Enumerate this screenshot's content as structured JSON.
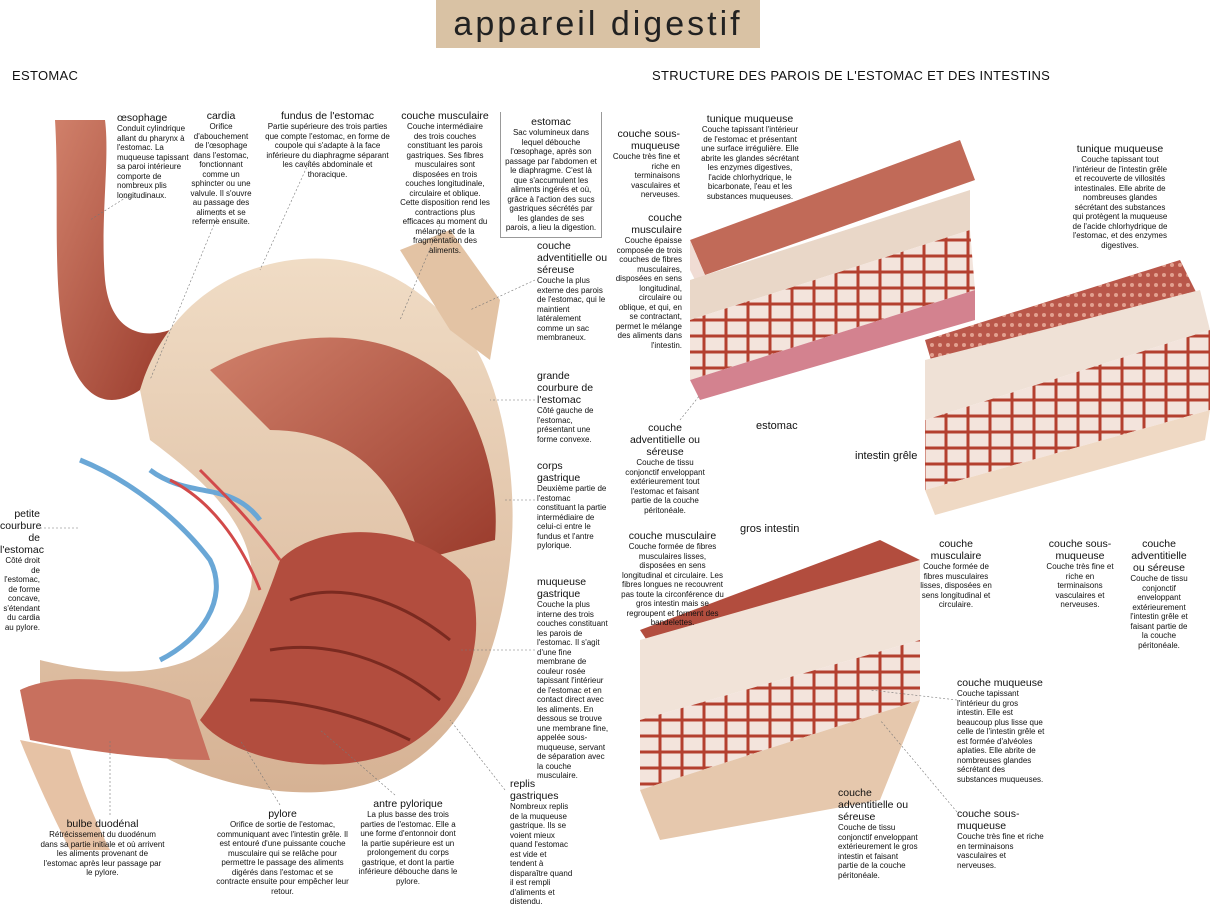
{
  "title": "appareil digestif",
  "sections": {
    "left": "ESTOMAC",
    "right": "STRUCTURE DES PAROIS DE L'ESTOMAC ET DES INTESTINS"
  },
  "colors": {
    "title_bg": "#d9c2a4",
    "muscle": "#b5523f",
    "mucosa": "#c86a5a",
    "serosa": "#e8cdb0",
    "vein": "#6aa7d6",
    "artery": "#d24a4a"
  },
  "labels": {
    "oesophage": {
      "title": "œsophage",
      "text": "Conduit cylindrique allant du pharynx à l'estomac. La muqueuse tapissant sa paroi intérieure comporte de nombreux plis longitudinaux."
    },
    "cardia": {
      "title": "cardia",
      "text": "Orifice d'abouchement de l'œsophage dans l'estomac, fonctionnant comme un sphincter ou une valvule. Il s'ouvre au passage des aliments et se referme ensuite."
    },
    "fundus": {
      "title": "fundus de l'estomac",
      "text": "Partie supérieure des trois parties que compte l'estomac, en forme de coupole qui s'adapte à la face inférieure du diaphragme séparant les cavités abdominale et thoracique."
    },
    "couche_musculaire": {
      "title": "couche musculaire",
      "text": "Couche intermédiaire des trois couches constituant les parois gastriques. Ses fibres musculaires sont disposées en trois couches longitudinale, circulaire et oblique. Cette disposition rend les contractions plus efficaces au moment du mélange et de la fragmentation des aliments."
    },
    "estomac_box": {
      "title": "estomac",
      "text": "Sac volumineux dans lequel débouche l'œsophage, après son passage par l'abdomen et le diaphragme. C'est là que s'accumulent les aliments ingérés et où, grâce à l'action des sucs gastriques sécrétés par les glandes de ses parois, a lieu la digestion."
    },
    "adventitielle_estomac_left": {
      "title": "couche adventitielle ou séreuse",
      "text": "Couche la plus externe des parois de l'estomac, qui le maintient latéralement comme un sac membraneux."
    },
    "grande_courbure": {
      "title": "grande courbure de l'estomac",
      "text": "Côté gauche de l'estomac, présentant une forme convexe."
    },
    "corps_gastrique": {
      "title": "corps gastrique",
      "text": "Deuxième partie de l'estomac constituant la partie intermédiaire de celui-ci entre le fundus et l'antre pylorique."
    },
    "muqueuse_gastrique": {
      "title": "muqueuse gastrique",
      "text": "Couche la plus interne des trois couches constituant les parois de l'estomac. Il s'agit d'une fine membrane de couleur rosée tapissant l'intérieur de l'estomac et en contact direct avec les aliments. En dessous se trouve une membrane fine, appelée sous-muqueuse, servant de séparation avec la couche musculaire."
    },
    "petite_courbure": {
      "title": "petite courbure de l'estomac",
      "text": "Côté droit de l'estomac, de forme concave, s'étendant du cardia au pylore."
    },
    "bulbe": {
      "title": "bulbe duodénal",
      "text": "Rétrécissement du duodénum dans sa partie initiale et où arrivent les aliments provenant de l'estomac après leur passage par le pylore."
    },
    "pylore": {
      "title": "pylore",
      "text": "Orifice de sortie de l'estomac, communiquant avec l'intestin grêle. Il est entouré d'une puissante couche musculaire qui se relâche pour permettre le passage des aliments digérés dans l'estomac et se contracte ensuite pour empêcher leur retour."
    },
    "antre": {
      "title": "antre pylorique",
      "text": "La plus basse des trois parties de l'estomac. Elle a une forme d'entonnoir dont la partie supérieure est un prolongement du corps gastrique, et dont la partie inférieure débouche dans le pylore."
    },
    "replis": {
      "title": "replis gastriques",
      "text": "Nombreux replis de la muqueuse gastrique. Ils se voient mieux quand l'estomac est vide et tendent à disparaître quand il est rempli d'aliments et distendu."
    },
    "st_sous_muqueuse": {
      "title": "couche sous-muqueuse",
      "text": "Couche très fine et riche en terminaisons vasculaires et nerveuses."
    },
    "st_musculaire": {
      "title": "couche musculaire",
      "text": "Couche épaisse composée de trois couches de fibres musculaires, disposées en sens longitudinal, circulaire ou oblique, et qui, en se contractant, permet le mélange des aliments dans l'intestin."
    },
    "st_tunique": {
      "title": "tunique muqueuse",
      "text": "Couche tapissant l'intérieur de l'estomac et présentant une surface irrégulière. Elle abrite les glandes sécrétant les enzymes digestives, l'acide chlorhydrique, le bicarbonate, l'eau et les substances muqueuses."
    },
    "st_adventitielle": {
      "title": "couche adventitielle ou séreuse",
      "text": "Couche de tissu conjonctif enveloppant extérieurement tout l'estomac et faisant partie de la couche péritonéale."
    },
    "ig_tunique": {
      "title": "tunique muqueuse",
      "text": "Couche tapissant tout l'intérieur de l'intestin grêle et recouverte de villosités intestinales. Elle abrite de nombreuses glandes sécrétant des substances qui protègent la muqueuse de l'acide chlorhydrique de l'estomac, et des enzymes digestives."
    },
    "ig_musculaire": {
      "title": "couche musculaire",
      "text": "Couche formée de fibres musculaires lisses, disposées en sens longitudinal et circulaire."
    },
    "ig_sous_muqueuse": {
      "title": "couche sous-muqueuse",
      "text": "Couche très fine et riche en terminaisons vasculaires et nerveuses."
    },
    "ig_adventitielle": {
      "title": "couche adventitielle ou séreuse",
      "text": "Couche de tissu conjonctif enveloppant extérieurement l'intestin grêle et faisant partie de la couche péritonéale."
    },
    "gi_musculaire": {
      "title": "couche musculaire",
      "text": "Couche formée de fibres musculaires lisses, disposées en sens longitudinal et circulaire. Les fibres longues ne recouvrent pas toute la circonférence du gros intestin mais se regroupent et forment des bandelettes."
    },
    "gi_muqueuse": {
      "title": "couche muqueuse",
      "text": "Couche tapissant l'intérieur du gros intestin. Elle est beaucoup plus lisse que celle de l'intestin grêle et est formée d'alvéoles aplaties. Elle abrite de nombreuses glandes sécrétant des substances muqueuses."
    },
    "gi_sous_muqueuse": {
      "title": "couche sous-muqueuse",
      "text": "Couche très fine et riche en terminaisons vasculaires et nerveuses."
    },
    "gi_adventitielle": {
      "title": "couche adventitielle ou séreuse",
      "text": "Couche de tissu conjonctif enveloppant extérieurement le gros intestin et faisant partie de la couche péritonéale."
    }
  },
  "section_names": {
    "estomac": "estomac",
    "intestin_grele": "intestin grêle",
    "gros_intestin": "gros intestin"
  }
}
